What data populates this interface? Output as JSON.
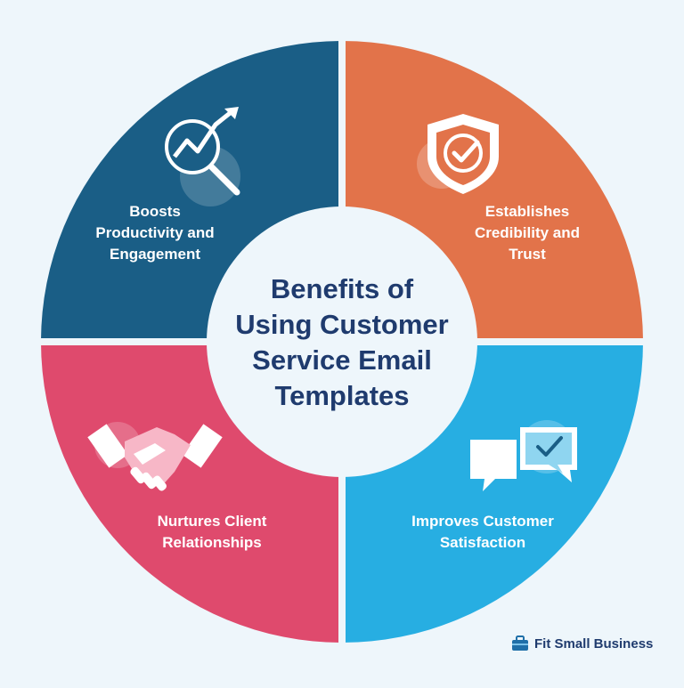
{
  "title": "Benefits of\nUsing Customer\nService Email\nTemplates",
  "quadrants": [
    {
      "label": "Boosts\nProductivity and\nEngagement",
      "color": "#1a5e86",
      "icon": "growth-chart-magnifier-icon"
    },
    {
      "label": "Establishes\nCredibility and\nTrust",
      "color": "#e2734a",
      "icon": "shield-check-icon"
    },
    {
      "label": "Nurtures Client\nRelationships",
      "color": "#df4a6d",
      "icon": "handshake-icon"
    },
    {
      "label": "Improves Customer\nSatisfaction",
      "color": "#27aee2",
      "icon": "chat-bubbles-check-icon"
    }
  ],
  "brand": {
    "name": "Fit Small Business",
    "icon": "briefcase-icon"
  },
  "colors": {
    "background": "#eef6fb",
    "center": "#eef6fb",
    "title": "#1f3b6e"
  }
}
